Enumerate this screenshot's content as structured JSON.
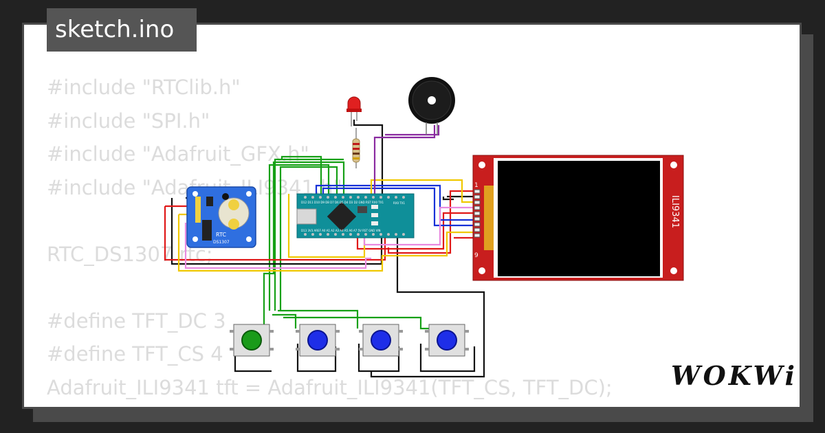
{
  "file_tab": {
    "label": "sketch.ino"
  },
  "code_lines": [
    "#include \"RTClib.h\"",
    "#include \"SPI.h\"",
    "#include \"Adafruit_GFX.h\"",
    "#include \"Adafruit_ILI9341.h\"",
    "",
    "RTC_DS1307 rtc;",
    "",
    "#define TFT_DC 3",
    "#define TFT_CS 4",
    "Adafruit_ILI9341 tft = Adafruit_ILI9341(TFT_CS, TFT_DC);"
  ],
  "rtc": {
    "label": "RTC",
    "model": "DS1307"
  },
  "display": {
    "label": "ILI9341",
    "pin_start": "1",
    "pin_end": "9"
  },
  "arduino": {
    "top_pins": "D12 D11 D10 D9 D8 D7 D6 D5 D4 D3 D2 GND RST RX0 TX1",
    "bottom_pins": "D13 3V3 AREF A0 A1 A2 A3 A4 A5 A6 A7 5V RST GND VIN",
    "rx_tx": "RX0 TX1"
  },
  "buttons": [
    {
      "color": "#1a9b1a"
    },
    {
      "color": "#1e2ee8"
    },
    {
      "color": "#1e2ee8"
    },
    {
      "color": "#1e2ee8"
    }
  ],
  "brand": {
    "logo": "WOKWi"
  },
  "colors": {
    "background": "#222222",
    "card": "#ffffff",
    "code_text": "#dcdcdc",
    "board": "#0f8f99",
    "rtc_board": "#2f6fe0",
    "tft_board": "#c81e1e"
  }
}
